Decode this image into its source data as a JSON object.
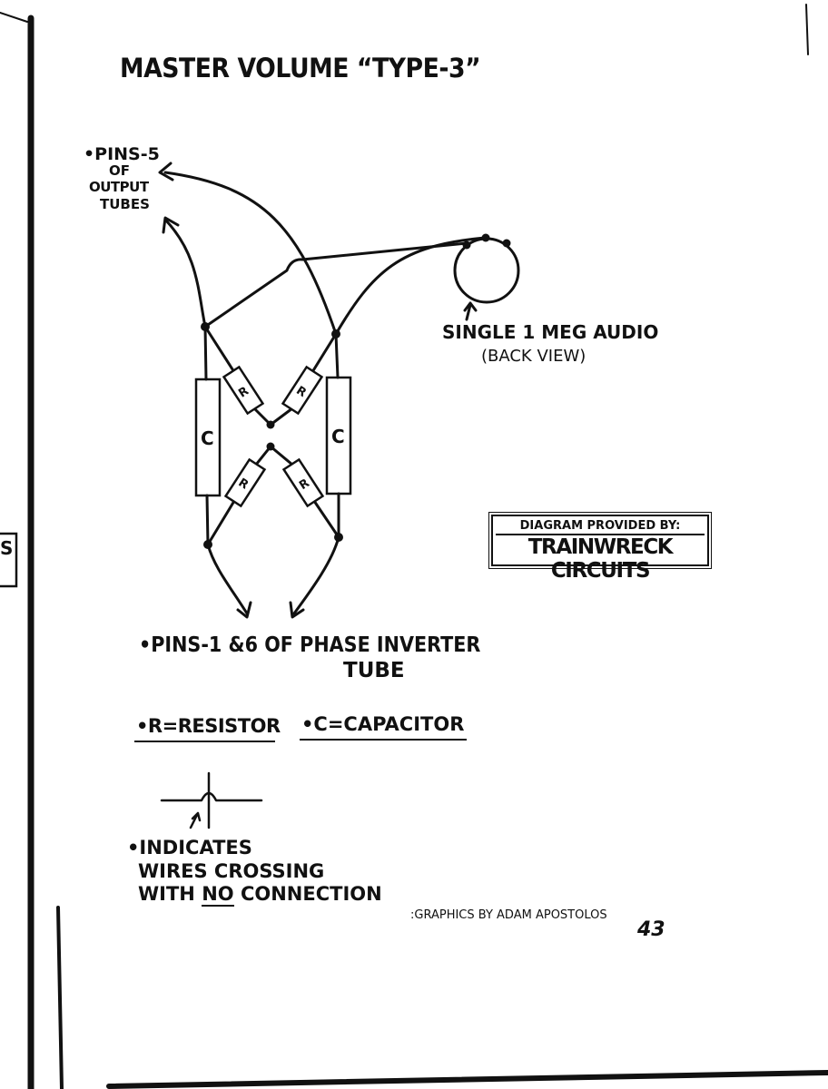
{
  "title": "MASTER VOLUME “TYPE-3”",
  "pins5": {
    "line1": "•PINS-5",
    "line2": "OF",
    "line3": "OUTPUT",
    "line4": "TUBES"
  },
  "pot": {
    "label": "SINGLE 1 MEG AUDIO",
    "sub": "(BACK VIEW)"
  },
  "components": {
    "capacitor_letter": "C",
    "resistor_letter": "R"
  },
  "credit": {
    "top": "DIAGRAM PROVIDED BY:",
    "main": "TRAINWRECK CIRCUITS"
  },
  "pins16": {
    "line1": "•PINS-1 &6  OF PHASE INVERTER",
    "line2": "TUBE"
  },
  "legend": {
    "resistor": "•R=RESISTOR",
    "capacitor": "•C=CAPACITOR"
  },
  "crossing_note": {
    "line1": "•INDICATES",
    "line2": "WIRES CROSSING",
    "line3_pre": "WITH ",
    "line3_no": "NO",
    "line3_post": " CONNECTION"
  },
  "graphics_credit": ":GRAPHICS BY ADAM APOSTOLOS",
  "page_number": "43",
  "edge_mark": "S"
}
